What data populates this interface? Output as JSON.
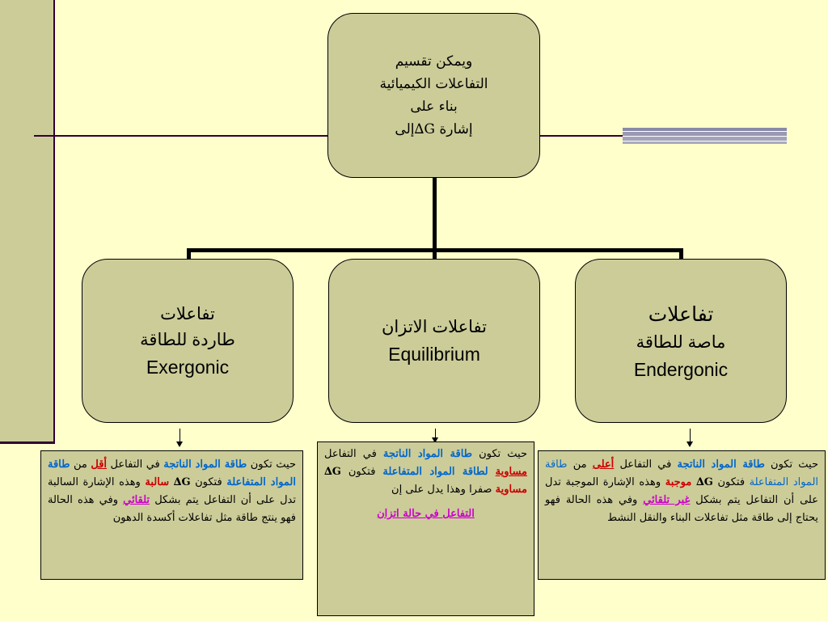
{
  "root": {
    "lines": [
      "ويمكن تقسيم",
      "التفاعلات الكيميائية",
      "بناء على"
    ],
    "last_prefix": "إشارة ",
    "last_symbol": "∆G",
    "last_suffix": "إلى"
  },
  "exergonic": {
    "line1": "تفاعلات",
    "line2": "طاردة للطاقة",
    "en": "Exergonic"
  },
  "equilibrium": {
    "line1": "تفاعلات الاتزان",
    "en": "Equilibrium"
  },
  "endergonic": {
    "line1": "تفاعلات",
    "line2": "ماصة للطاقة",
    "en": "Endergonic"
  },
  "desc_left": {
    "t1": "حيث تكون ",
    "t2": "طاقة المواد الناتجة",
    "t3": " في التفاعل ",
    "t4": "أقل",
    "t5": " من ",
    "t6": "طاقة المواد المتفاعلة",
    "t7": " فتكون ",
    "t8": "∆G",
    "t9": " ",
    "t10": "سالبة",
    "t11": " وهذه الإشارة السالبة تدل على أن التفاعل يتم بشكل ",
    "t12": "تلقائي",
    "t13": " وفي هذه الحالة فهو ينتج طاقة مثل تفاعلات أكسدة الدهون"
  },
  "desc_mid": {
    "t1": "حيث تكون ",
    "t2": "طاقة المواد الناتجة",
    "t3": " في التفاعل ",
    "t4": "مساوية",
    "t5": " ",
    "t6": "لطاقة المواد المتفاعلة",
    "t7": " فتكون ",
    "t8": "∆G",
    "t9": " ",
    "t10": "مساوية",
    "t11": " صفرا وهذا يدل على إن",
    "conclusion": "التفاعل في حالة اتزان"
  },
  "desc_right": {
    "t1": "حيث تكون ",
    "t2": "طاقة المواد الناتجة",
    "t3": " في التفاعل ",
    "t4": "أعلى",
    "t5": " من ",
    "t6": "طاقة المواد المتفاعلة",
    "t7": " فتكون ",
    "t8": "∆G",
    "t9": " ",
    "t10": "موجبة",
    "t11": " وهذه الإشارة الموجبة تدل على أن التفاعل يتم بشكل ",
    "t12": "غير تلقائي",
    "t13": " وفي هذه الحالة فهو يحتاج إلى طاقة مثل تفاعلات البناء والنقل النشط"
  },
  "colors": {
    "background": "#ffffcc",
    "box": "#cccc99",
    "accent_blue": "#0066cc",
    "accent_red": "#cc0000",
    "accent_magenta": "#cc00cc",
    "line": "#330033"
  }
}
